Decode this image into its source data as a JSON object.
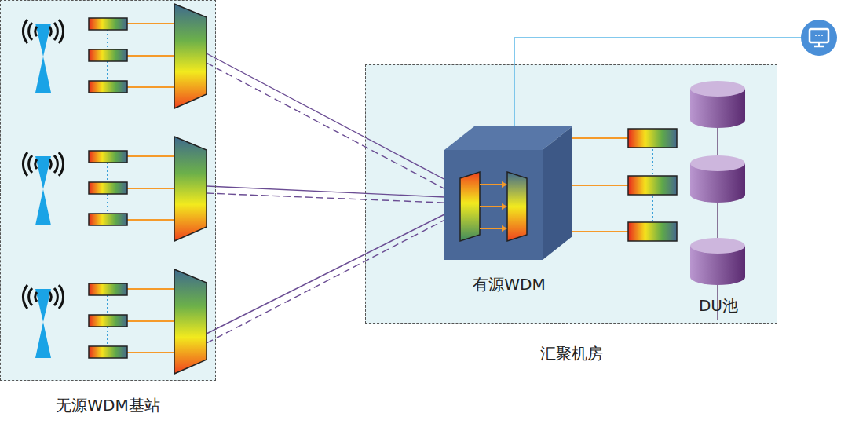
{
  "diagram": {
    "nodes": [
      {
        "text": [
          "无源WDM基站"
        ]
      },
      {
        "text": [
          "汇聚机房"
        ]
      },
      {
        "text": [
          "有源WDM"
        ],
        "in": 1
      },
      {
        "text": [
          "DU池"
        ],
        "in": 1
      }
    ]
  }
}
